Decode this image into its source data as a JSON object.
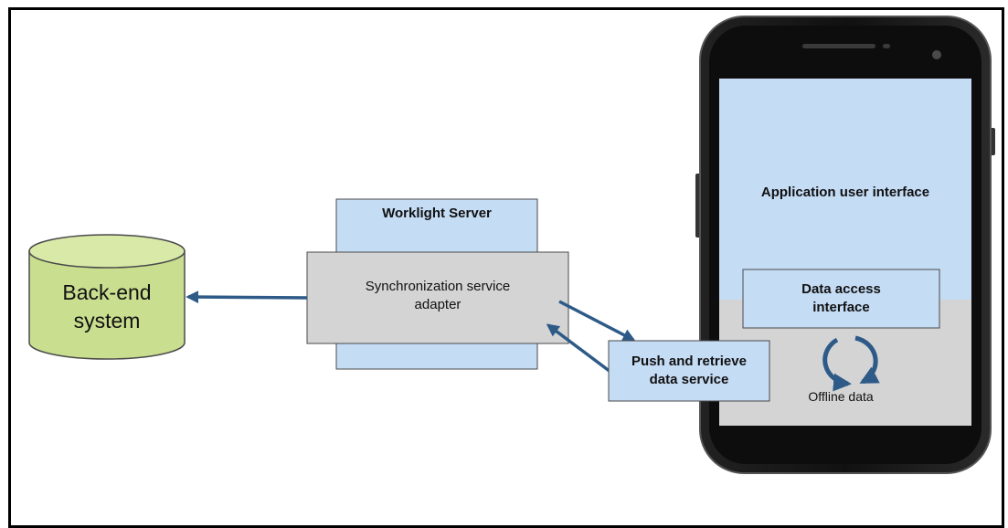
{
  "backend": {
    "label": "Back-end\nsystem",
    "fill": "#c9de8f",
    "top_fill": "#d9e9a8"
  },
  "worklight_server": {
    "title": "Worklight Server",
    "fill": "#c5dcf5"
  },
  "sync_adapter": {
    "label": "Synchronization service\nadapter",
    "fill": "#d4d4d4"
  },
  "push_retrieve": {
    "label": "Push and retrieve\ndata service",
    "fill": "#c5dcf5"
  },
  "phone": {
    "screen_top_fill": "#c5dcf5",
    "screen_bottom_fill": "#d4d4d4",
    "app_ui_label": "Application user interface",
    "data_access_label": "Data access\ninterface",
    "offline_label": "Offline data"
  },
  "colors": {
    "arrow": "#2e5a88",
    "border": "#4a4a4a"
  }
}
